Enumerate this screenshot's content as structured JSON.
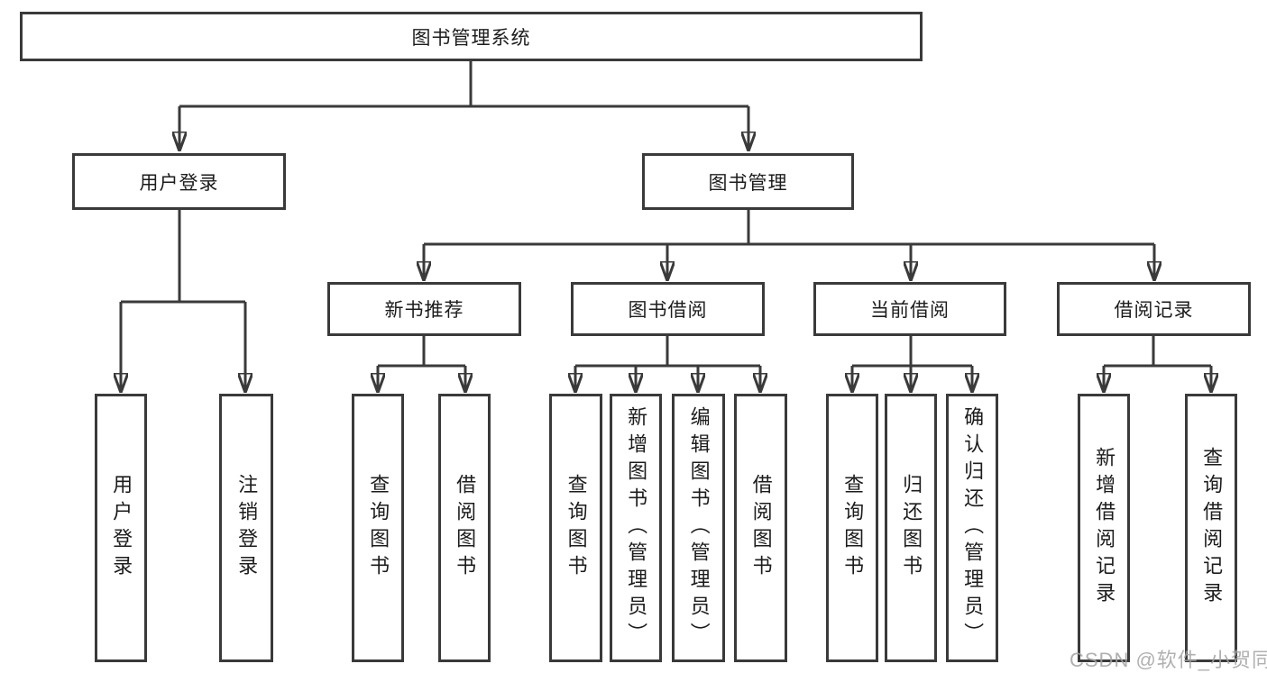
{
  "colors": {
    "line": "#3a3a3a",
    "box_border": "#3a3a3a",
    "box_fill": "#ffffff",
    "text": "#1c1c1c",
    "background": "#ffffff",
    "watermark": "#a3a3a3"
  },
  "tree": {
    "root": "图书管理系统",
    "branches": [
      {
        "label": "用户登录",
        "children": [
          "用户登录",
          "注销登录"
        ]
      },
      {
        "label": "图书管理",
        "groups": [
          {
            "label": "新书推荐",
            "children": [
              "查询图书",
              "借阅图书"
            ]
          },
          {
            "label": "图书借阅",
            "children": [
              "查询图书",
              "新增图书（管理员）",
              "编辑图书（管理员）",
              "借阅图书"
            ]
          },
          {
            "label": "当前借阅",
            "children": [
              "查询图书",
              "归还图书",
              "确认归还（管理员）"
            ]
          },
          {
            "label": "借阅记录",
            "children": [
              "新增借阅记录",
              "查询借阅记录"
            ]
          }
        ]
      }
    ]
  },
  "watermark": {
    "text": "CSDN @软件_小贺同学"
  }
}
